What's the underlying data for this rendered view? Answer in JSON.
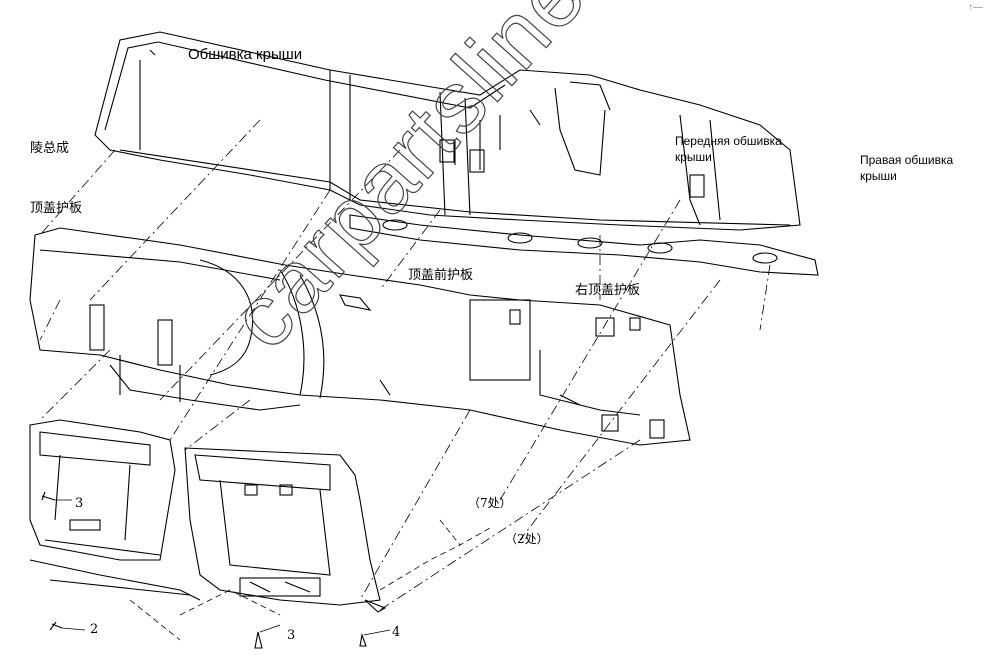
{
  "labels": {
    "roof_trim": "Обшивка крыши",
    "front_roof_trim": "Передняя обшивка крыши",
    "right_roof_trim": "Правая обшивка крыши",
    "cn_assembly": "陵总成",
    "cn_roof_cover": "顶盖护板",
    "cn_front_cover": "顶盖前护板",
    "cn_right_cover": "右顶盖护板",
    "count_7": "（7处）",
    "count_2": "（2处）"
  },
  "callouts": {
    "n3a": "3",
    "n2": "2",
    "n3b": "3",
    "n4": "4"
  },
  "watermark": "carpartsline",
  "corner_mark": "↑—",
  "colors": {
    "line": "#000000",
    "background": "#ffffff"
  }
}
